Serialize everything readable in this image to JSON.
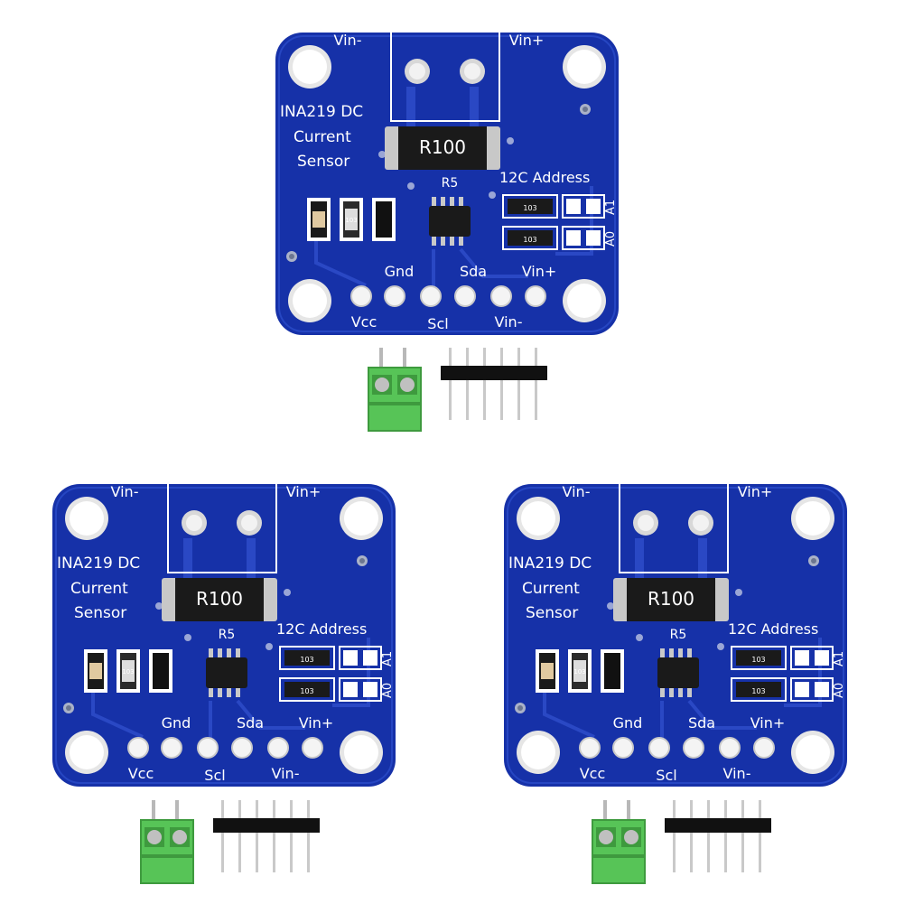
{
  "board": {
    "title_line1": "INA219 DC",
    "title_line2": "Current",
    "title_line3": "Sensor",
    "vin_minus": "Vin-",
    "vin_plus": "Vin+",
    "shunt_label": "R100",
    "shunt_ref": "R5",
    "i2c_label": "12C Address",
    "a1": "A1",
    "a0": "A0",
    "resistor_code": "103",
    "pins_top": [
      "Gnd",
      "Sda",
      "Vin+"
    ],
    "pins_bottom": [
      "Vcc",
      "Scl",
      "Vin-"
    ]
  },
  "colors": {
    "pcb": "#1631a8",
    "pcb_dark": "#0f2483",
    "trace": "#2a48c4",
    "silk": "#ffffff",
    "terminal_block": "#57c457",
    "header_plastic": "#111111",
    "header_pin": "#c9c9c9"
  },
  "icons": [
    "screw-terminal-icon",
    "pin-header-icon",
    "mounting-hole-icon"
  ]
}
